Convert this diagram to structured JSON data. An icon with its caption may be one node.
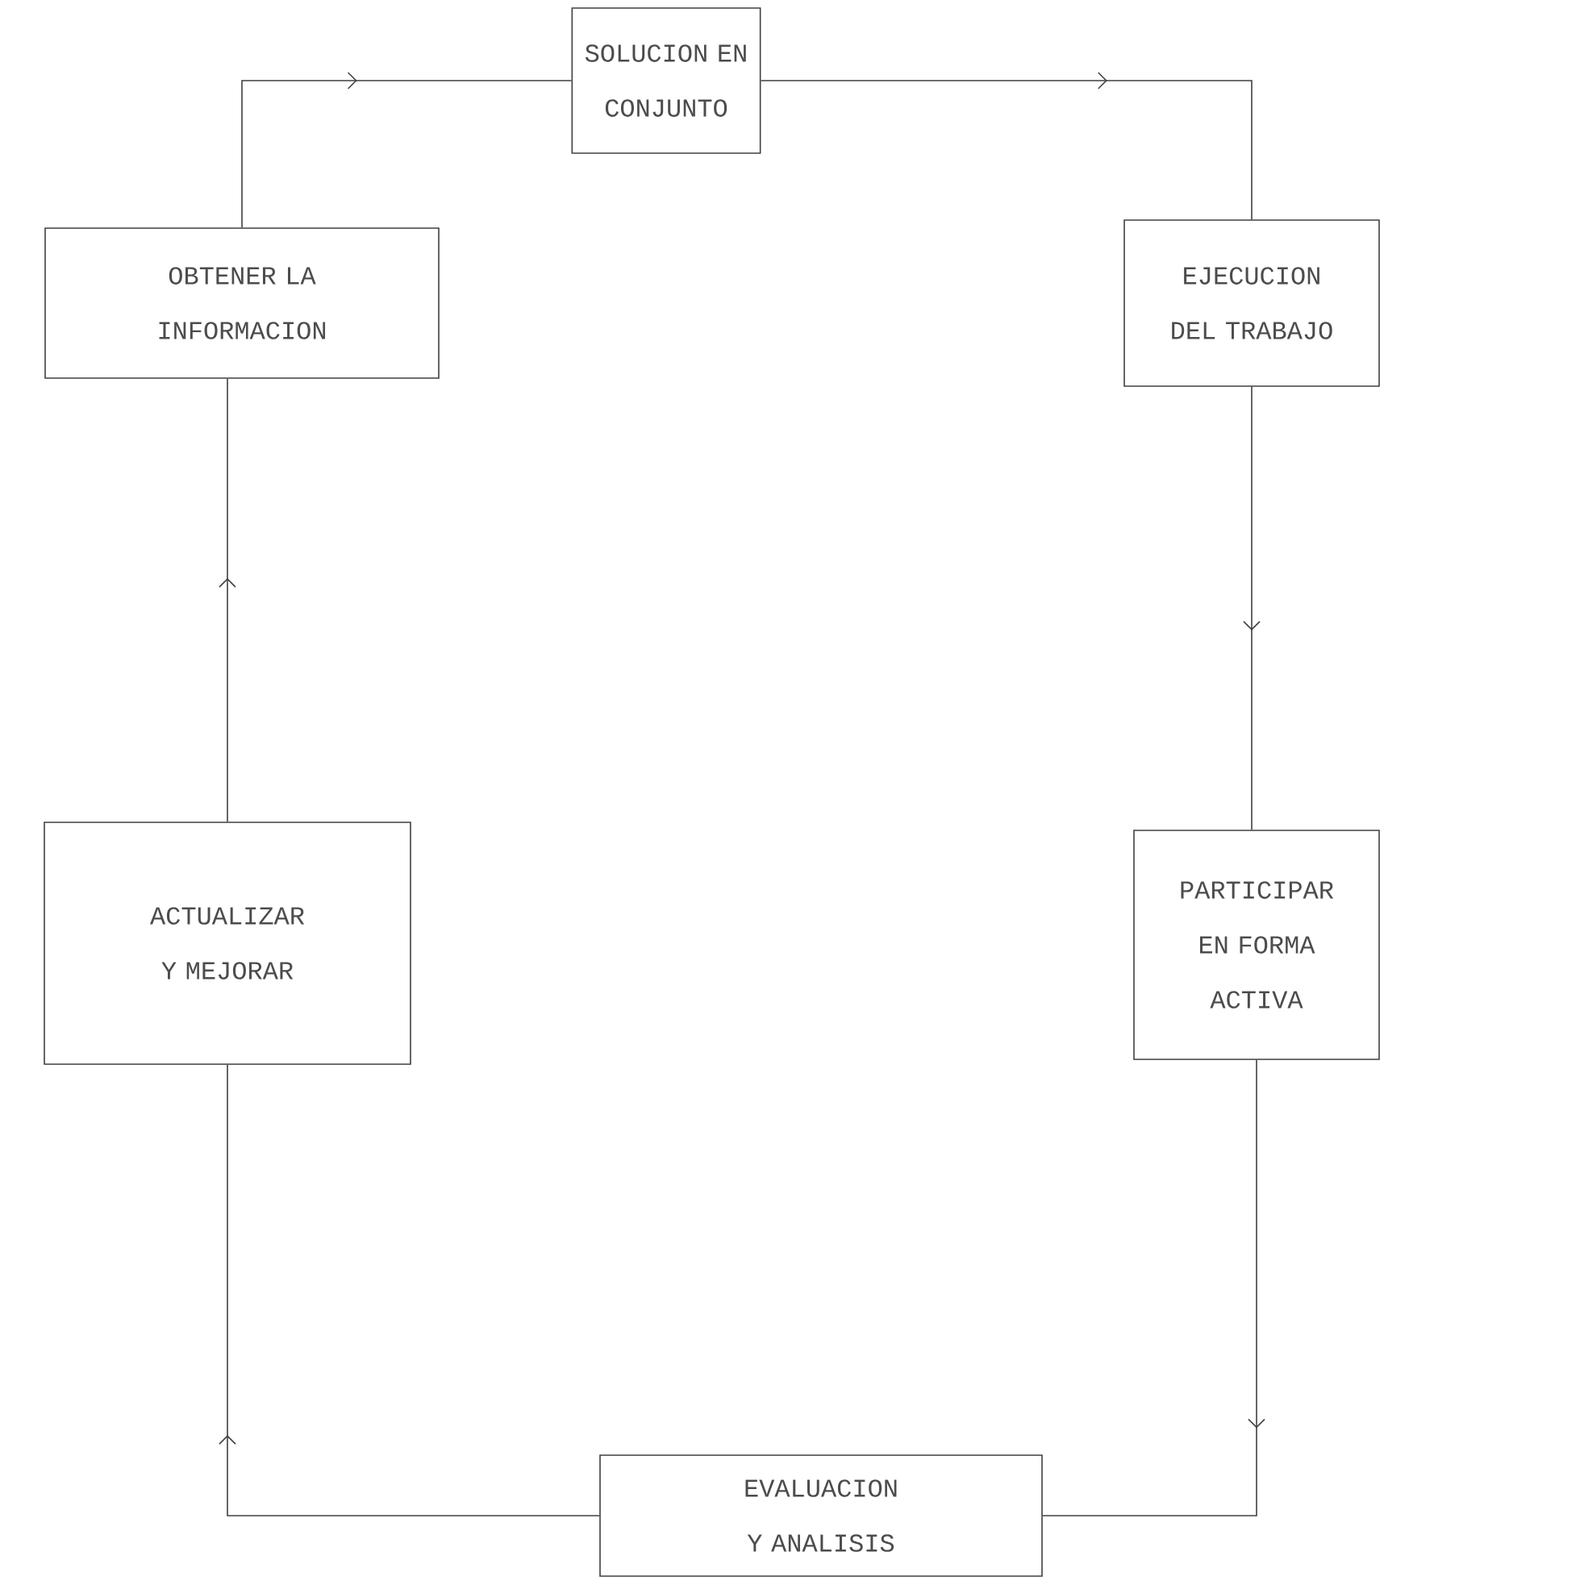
{
  "diagram": {
    "nodes": [
      {
        "text": [
          "SOLUCION EN CONJUNTO"
        ]
      },
      {
        "text": [
          "OBTENER LA INFORMACION"
        ]
      },
      {
        "text": [
          "EJECUCION DEL TRABAJO"
        ]
      },
      {
        "text": [
          "ACTUALIZAR Y MEJORAR"
        ]
      },
      {
        "text": [
          "PARTICIPAR EN FORMA ACTIVA"
        ]
      },
      {
        "text": [
          "EVALUACION Y ANALISIS"
        ]
      }
    ],
    "edges": [
      {
        "from": 1,
        "to": 0,
        "arrow": "to"
      },
      {
        "from": 0,
        "to": 2,
        "arrow": "to"
      },
      {
        "from": 2,
        "to": 4,
        "arrow": "to"
      },
      {
        "from": 4,
        "to": 5,
        "arrow": "to"
      },
      {
        "from": 5,
        "to": 3,
        "arrow": "to"
      },
      {
        "from": 3,
        "to": 1,
        "arrow": "to"
      }
    ]
  }
}
